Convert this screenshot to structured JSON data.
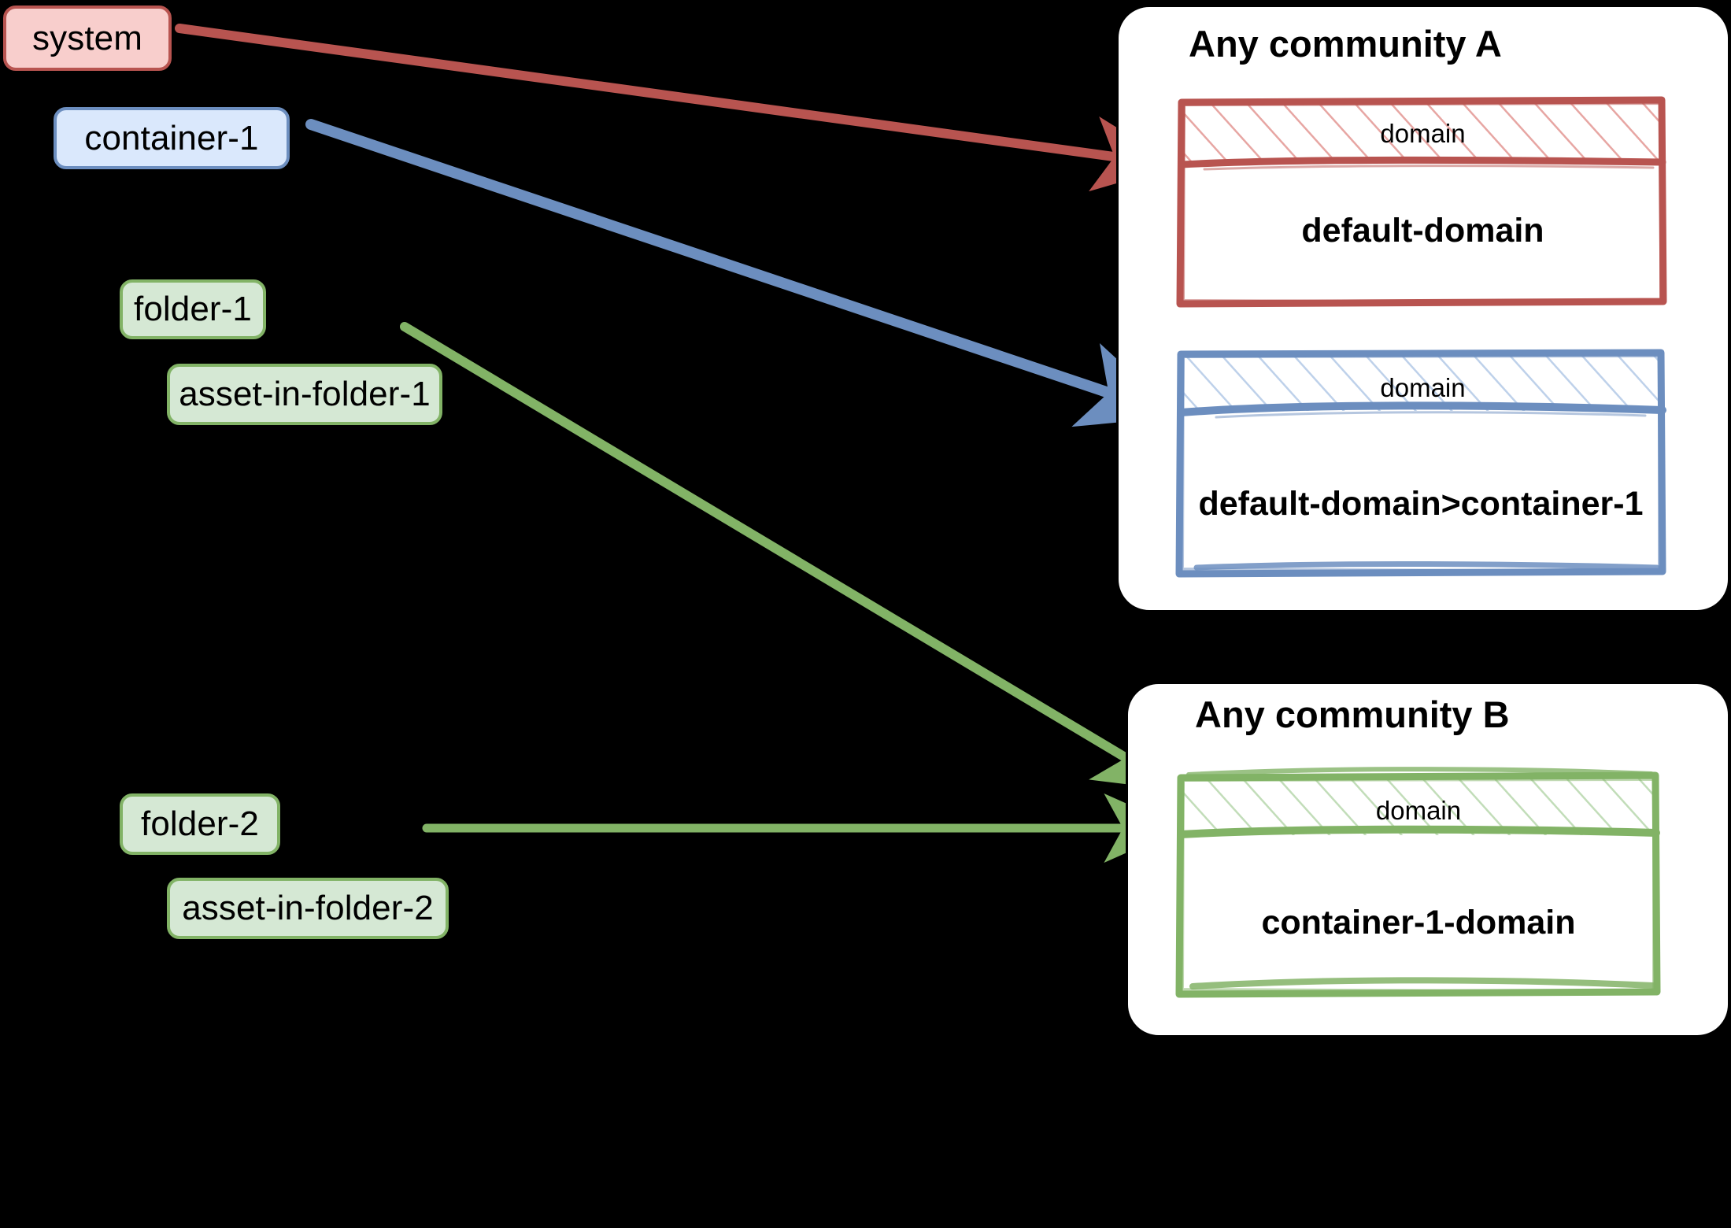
{
  "diagram": {
    "background_color": "#000000",
    "title": "",
    "entities": [
      {
        "id": "system",
        "label": "system",
        "fill": "#f8cecc",
        "stroke": "#b85450"
      },
      {
        "id": "container-1",
        "label": "container-1",
        "fill": "#dae8fc",
        "stroke": "#6c8ebf"
      },
      {
        "id": "folder-1",
        "label": "folder-1",
        "fill": "#d5e8d4",
        "stroke": "#82b366"
      },
      {
        "id": "asset-in-folder-1",
        "label": "asset-in-folder-1",
        "fill": "#d5e8d4",
        "stroke": "#82b366"
      },
      {
        "id": "folder-2",
        "label": "folder-2",
        "fill": "#d5e8d4",
        "stroke": "#82b366"
      },
      {
        "id": "asset-in-folder-2",
        "label": "asset-in-folder-2",
        "fill": "#d5e8d4",
        "stroke": "#82b366"
      }
    ],
    "communities": [
      {
        "id": "community-a",
        "title": "Any community A",
        "domains": [
          {
            "id": "default-domain",
            "header_label": "domain",
            "name": "default-domain",
            "color": "#b85450"
          },
          {
            "id": "default-domain-container-1",
            "header_label": "domain",
            "name": "default-domain>container-1",
            "color": "#6c8ebf"
          }
        ]
      },
      {
        "id": "community-b",
        "title": "Any community B",
        "domains": [
          {
            "id": "container-1-domain",
            "header_label": "domain",
            "name": "container-1-domain",
            "color": "#82b366"
          }
        ]
      }
    ],
    "connections": [
      {
        "id": "system-to-default-domain",
        "from": "system",
        "to": "default-domain",
        "color": "#b85450"
      },
      {
        "id": "container-1-to-default-domain-c1",
        "from": "container-1",
        "to": "default-domain>container-1",
        "color": "#6c8ebf"
      },
      {
        "id": "asset-in-folder-1-to-container-1-dom",
        "from": "asset-in-folder-1",
        "to": "container-1-domain",
        "color": "#82b366"
      },
      {
        "id": "folder-2-to-container-1-domain",
        "from": "folder-2",
        "to": "container-1-domain",
        "color": "#82b366"
      }
    ]
  }
}
